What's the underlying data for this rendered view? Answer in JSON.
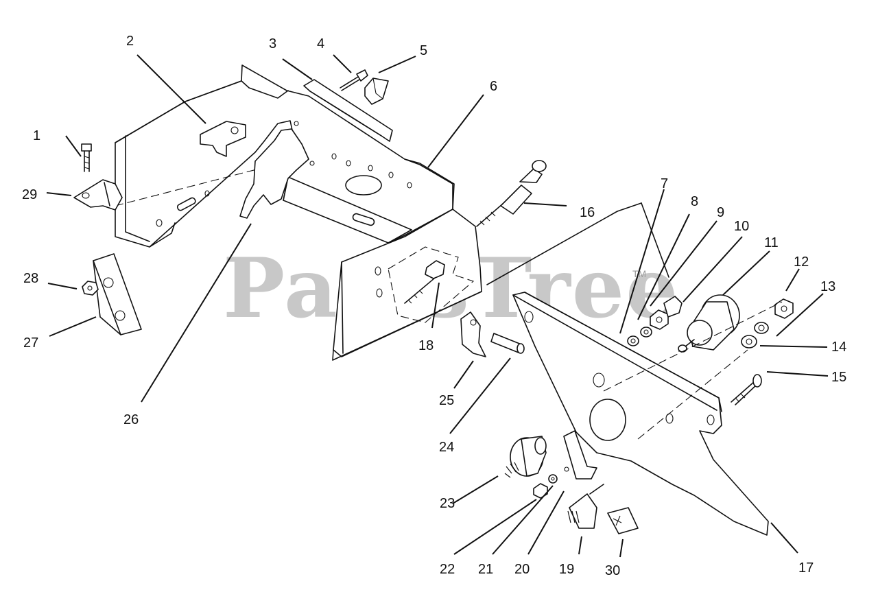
{
  "watermark": {
    "text": "PartsTree",
    "trademark": "TM"
  },
  "callouts": [
    "1",
    "2",
    "3",
    "4",
    "5",
    "6",
    "7",
    "8",
    "9",
    "10",
    "11",
    "12",
    "13",
    "14",
    "15",
    "16",
    "17",
    "18",
    "19",
    "20",
    "21",
    "22",
    "23",
    "24",
    "25",
    "26",
    "27",
    "28",
    "29",
    "30"
  ]
}
